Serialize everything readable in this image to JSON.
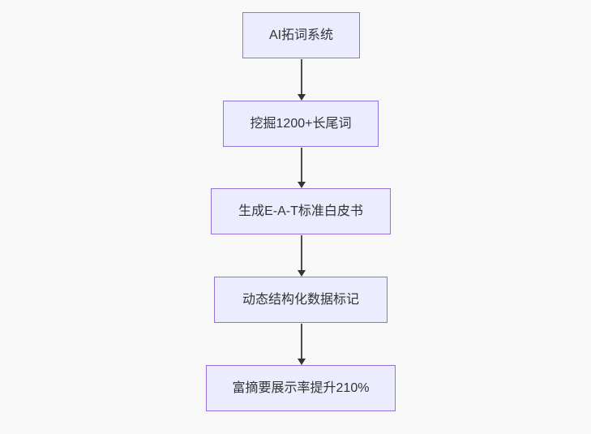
{
  "diagram": {
    "type": "flowchart",
    "direction": "top-down",
    "nodes": [
      {
        "id": "A",
        "label": "AI拓词系统"
      },
      {
        "id": "B",
        "label": "挖掘1200+长尾词"
      },
      {
        "id": "C",
        "label": "生成E-A-T标准白皮书"
      },
      {
        "id": "D",
        "label": "动态结构化数据标记"
      },
      {
        "id": "E",
        "label": "富摘要展示率提升210%"
      }
    ],
    "edges": [
      {
        "from": "A",
        "to": "B"
      },
      {
        "from": "B",
        "to": "C"
      },
      {
        "from": "C",
        "to": "D"
      },
      {
        "from": "D",
        "to": "E"
      }
    ],
    "colors": {
      "background": "#F8F8F8",
      "node_fill": "#ECECFF",
      "node_border": "#9370DB",
      "arrow": "#333333",
      "text": "#333333"
    }
  }
}
